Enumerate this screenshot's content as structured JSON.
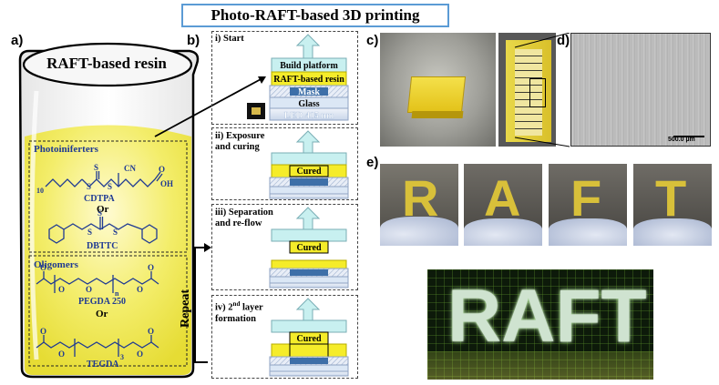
{
  "title": "Photo-RAFT-based 3D printing",
  "panels": {
    "a": "a)",
    "b": "b)",
    "c": "c)",
    "d": "d)",
    "e": "e)"
  },
  "beaker": {
    "title": "RAFT-based resin",
    "photoiniferters_heading": "Photoiniferters",
    "cdtpa_label": "CDTPA",
    "or1": "Or",
    "dbttc_label": "DBTTC",
    "oligomers_heading": "Oligomers",
    "pegda_label": "PEGDA 250",
    "or2": "Or",
    "tegda_label": "TEGDA",
    "chem": {
      "S": "S",
      "CN": "CN",
      "OH": "OH",
      "O": "O",
      "n10": "10",
      "n": "n",
      "n3": "3"
    }
  },
  "steps": {
    "start": "i) Start",
    "exposure_l1": "ii) Exposure",
    "exposure_l2": "and curing",
    "separation_l1": "iii) Separation",
    "separation_l2": "and re-flow",
    "layer_l1": "iv) 2",
    "layer_sup": "nd",
    "layer_l1b": " layer",
    "layer_l2": "formation",
    "repeat": "Repeat"
  },
  "stack": {
    "build_platform": "Build platform",
    "resin": "RAFT-based resin",
    "mask": "Mask",
    "glass": "Glass",
    "led": "LED 405 nm",
    "cured": "Cured"
  },
  "sem_scale": "500.0 µm",
  "letters": [
    "R",
    "A",
    "F",
    "T"
  ],
  "colors": {
    "resin_yellow": "#f5ec2a",
    "platform_cyan": "#c8f0f0",
    "mask_blue": "#3d6fa8",
    "glass_light": "#dbe7f5",
    "title_border": "#5b9bd5",
    "molecule_blue": "#1f3a93"
  }
}
